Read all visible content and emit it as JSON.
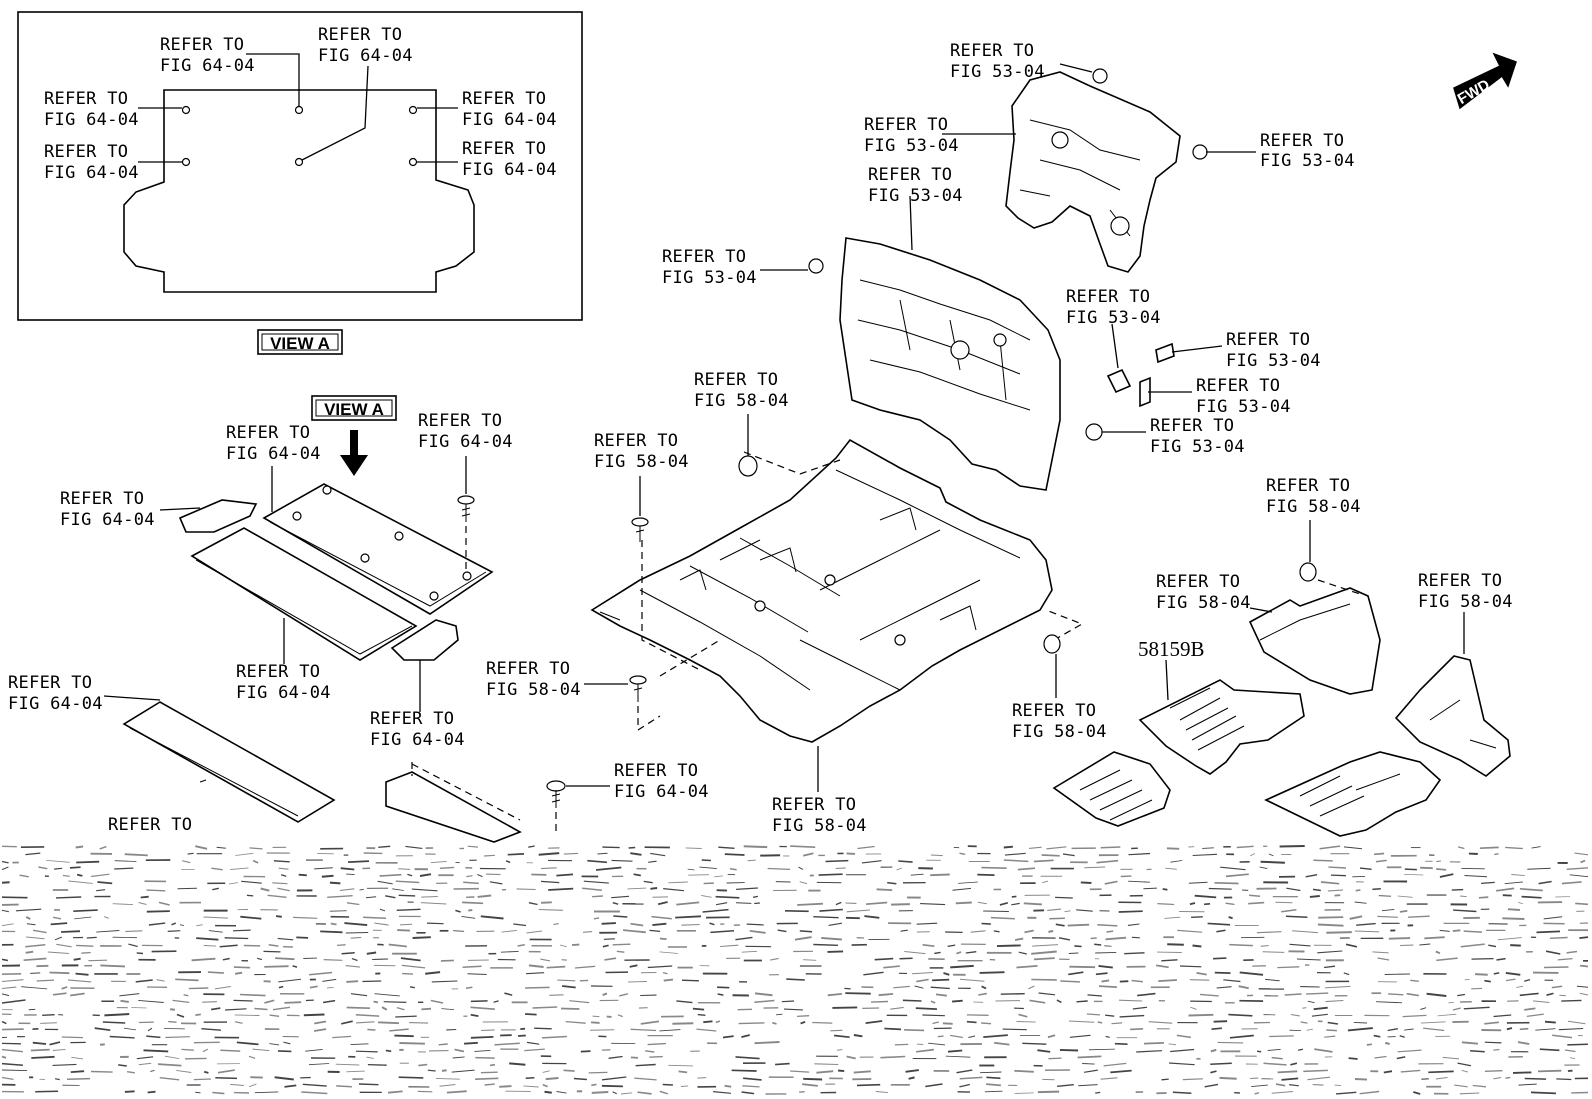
{
  "labels": [
    {
      "id": "va-top-left",
      "line1": "REFER TO",
      "line2": "FIG 64-04"
    },
    {
      "id": "va-top-center",
      "line1": "REFER TO",
      "line2": "FIG 64-04"
    },
    {
      "id": "va-left-upper",
      "line1": "REFER TO",
      "line2": "FIG 64-04"
    },
    {
      "id": "va-left-lower",
      "line1": "REFER TO",
      "line2": "FIG 64-04"
    },
    {
      "id": "va-right-upper",
      "line1": "REFER TO",
      "line2": "FIG 64-04"
    },
    {
      "id": "va-right-lower",
      "line1": "REFER TO",
      "line2": "FIG 64-04"
    },
    {
      "id": "dash-top",
      "line1": "REFER TO",
      "line2": "FIG 53-04"
    },
    {
      "id": "dash-left",
      "line1": "REFER TO",
      "line2": "FIG 53-04"
    },
    {
      "id": "dash-right",
      "line1": "REFER TO",
      "line2": "FIG 53-04"
    },
    {
      "id": "insulator-top",
      "line1": "REFER TO",
      "line2": "FIG 53-04"
    },
    {
      "id": "insulator-grommet",
      "line1": "REFER TO",
      "line2": "FIG 53-04"
    },
    {
      "id": "insulator-pad",
      "line1": "REFER TO",
      "line2": "FIG 53-04"
    },
    {
      "id": "insulator-pad-a",
      "line1": "REFER TO",
      "line2": "FIG 53-04"
    },
    {
      "id": "insulator-pad-b",
      "line1": "REFER TO",
      "line2": "FIG 53-04"
    },
    {
      "id": "insulator-clip",
      "line1": "REFER TO",
      "line2": "FIG 53-04"
    },
    {
      "id": "deck-board",
      "line1": "REFER TO",
      "line2": "FIG 64-04"
    },
    {
      "id": "deck-clip",
      "line1": "REFER TO",
      "line2": "FIG 64-04"
    },
    {
      "id": "deck-side",
      "line1": "REFER TO",
      "line2": "FIG 64-04"
    },
    {
      "id": "deck-long-mat",
      "line1": "REFER TO",
      "line2": "FIG 64-04"
    },
    {
      "id": "deck-front-piece",
      "line1": "REFER TO",
      "line2": "FIG 64-04"
    },
    {
      "id": "tonneau",
      "line1": "REFER TO",
      "line2": "FIG 64-04"
    },
    {
      "id": "floor-grommet",
      "line1": "REFER TO",
      "line2": "FIG 58-04"
    },
    {
      "id": "floor-clip-upper",
      "line1": "REFER TO",
      "line2": "FIG 58-04"
    },
    {
      "id": "floor-clip-lower",
      "line1": "REFER TO",
      "line2": "FIG 58-04"
    },
    {
      "id": "floor-screw",
      "line1": "REFER TO",
      "line2": "FIG 64-04"
    },
    {
      "id": "floor-carpet",
      "line1": "REFER TO",
      "line2": "FIG 58-04"
    },
    {
      "id": "floor-right-grommet",
      "line1": "REFER TO",
      "line2": "FIG 58-04"
    },
    {
      "id": "mat-clip",
      "line1": "REFER TO",
      "line2": "FIG 58-04"
    },
    {
      "id": "mat-upper",
      "line1": "REFER TO",
      "line2": "FIG 58-04"
    },
    {
      "id": "mat-side",
      "line1": "REFER TO",
      "line2": "FIG 58-04"
    },
    {
      "id": "bottom-cut",
      "line1": "REFER TO",
      "line2": ""
    }
  ],
  "part_number": "58159B",
  "view_label": "VIEW A",
  "view_callout": "VIEW A",
  "fwd_label": "FWD"
}
